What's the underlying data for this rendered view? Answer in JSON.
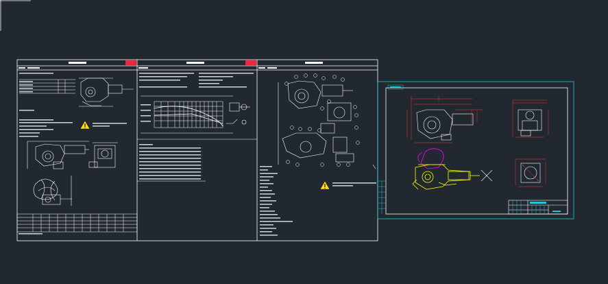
{
  "colors": {
    "background": "#212830",
    "line": "#ffffff",
    "accent_red": "#e8293a",
    "frame_cyan": "#1ec8d8",
    "drawing_yellow": "#ffff00",
    "drawing_magenta": "#ff00ff",
    "drawing_red": "#ff3030",
    "warning_yellow": "#ffe000"
  },
  "sheets": {
    "left": {
      "header": "",
      "section_a": "",
      "section_b": "",
      "warning_text": ""
    },
    "middle": {
      "header": "",
      "section_a": "",
      "section_b": "",
      "warning_text": ""
    },
    "right": {
      "header": "",
      "section_a": "",
      "warning_text": ""
    }
  },
  "drawing_sheet": {
    "label": "",
    "title_block_title": ""
  },
  "icons": [
    "warning-triangle-icon",
    "burner-assembly-drawing",
    "dimension-line",
    "centre-mark-cross"
  ]
}
